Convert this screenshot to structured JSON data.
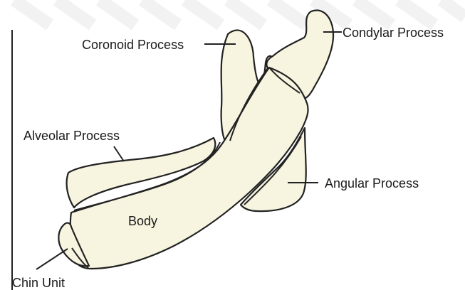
{
  "labels": {
    "coronoid": "Coronoid Process",
    "condylar": "Condylar Process",
    "alveolar": "Alveolar Process",
    "angular": "Angular Process",
    "body": "Body",
    "chin": "Chin Unit"
  },
  "colors": {
    "bone_fill": "#f7f4df",
    "outline": "#222222",
    "text": "#1a1a1a"
  }
}
